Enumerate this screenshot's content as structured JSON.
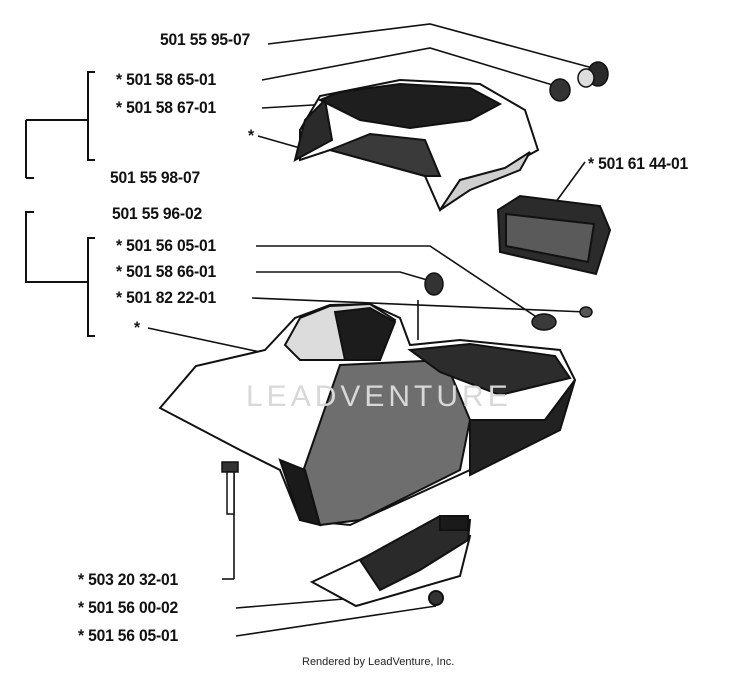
{
  "labels": {
    "assembly_top": "501 55 95-07",
    "top_a": "* 501 58 65-01",
    "top_b": "* 501 58 67-01",
    "top_star": "*",
    "assembly_mid": "501 55 98-07",
    "filter": "* 501 61 44-01",
    "assembly_low": "501 55 96-02",
    "low_a": "* 501 56 05-01",
    "low_b": "* 501 58 66-01",
    "low_c": "* 501 82 22-01",
    "low_star": "*",
    "bottom_a": "* 503 20 32-01",
    "bottom_b": "* 501 56 00-02",
    "bottom_c": "* 501 56 05-01"
  },
  "watermark": "LEADVENTURE",
  "footer": "Rendered by LeadVenture, Inc."
}
